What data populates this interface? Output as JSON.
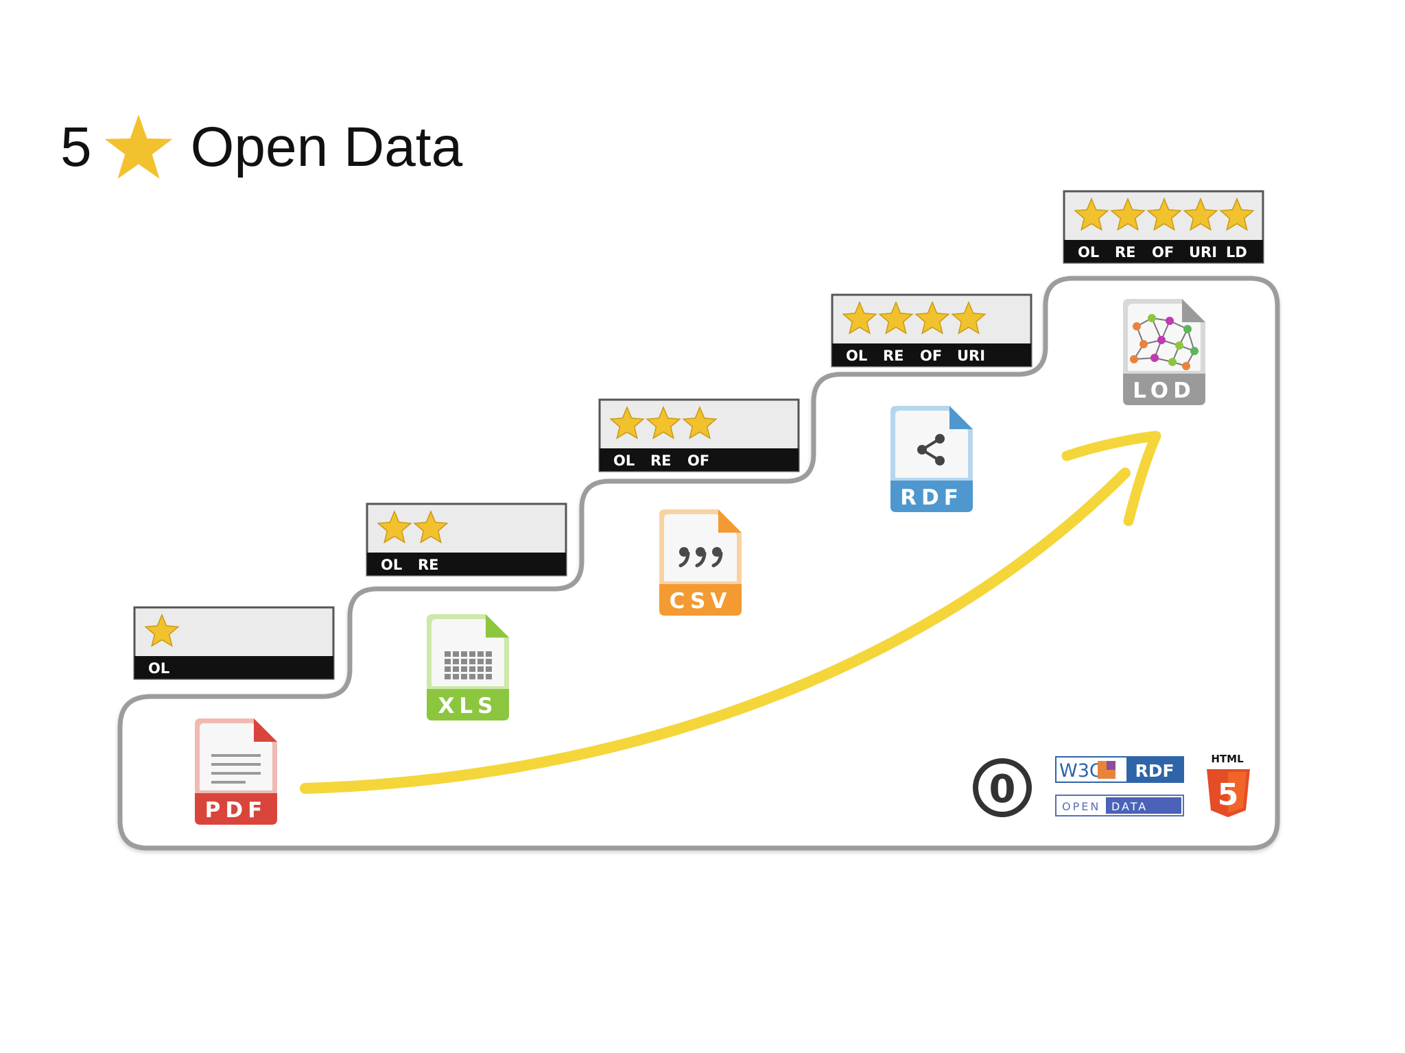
{
  "title": {
    "number": "5",
    "text": "Open Data",
    "star_color": "#F2C12E"
  },
  "levels": [
    {
      "stars": 1,
      "tags": [
        "OL"
      ],
      "format": "PDF",
      "color": "#D9453B",
      "light": "#F0B9B2"
    },
    {
      "stars": 2,
      "tags": [
        "OL",
        "RE"
      ],
      "format": "XLS",
      "color": "#8CC63F",
      "light": "#CDE8A8"
    },
    {
      "stars": 3,
      "tags": [
        "OL",
        "RE",
        "OF"
      ],
      "format": "CSV",
      "color": "#F39A32",
      "light": "#F9D2A2"
    },
    {
      "stars": 4,
      "tags": [
        "OL",
        "RE",
        "OF",
        "URI"
      ],
      "format": "RDF",
      "color": "#4E98CF",
      "light": "#B6D6EE"
    },
    {
      "stars": 5,
      "tags": [
        "OL",
        "RE",
        "OF",
        "URI",
        "LD"
      ],
      "format": "LOD",
      "color": "#9A9A9A",
      "light": "#D8D8D8"
    }
  ],
  "logos": {
    "cc_zero": "0",
    "w3c": "W3C",
    "rdf": "RDF",
    "open": "OPEN",
    "data": "DATA",
    "html": "HTML",
    "html5": "5"
  },
  "colors": {
    "arrow": "#F4D63A",
    "star": "#F2C12E",
    "stair_outline": "#9C9C9C",
    "badge_bg": "#EBEBEB",
    "badge_bar": "#111111"
  }
}
